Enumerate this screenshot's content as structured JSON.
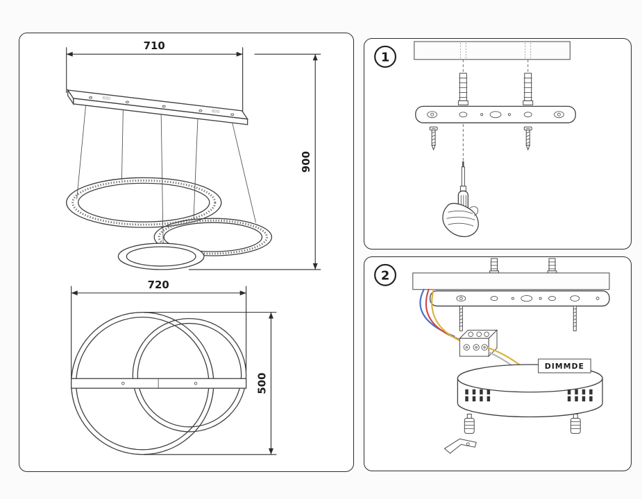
{
  "left_panel": {
    "front_view": {
      "width_label": "710",
      "height_label": "900",
      "bar_marking": "600"
    },
    "top_view": {
      "width_label": "720",
      "height_label": "500"
    }
  },
  "steps": {
    "step1": {
      "number": "1"
    },
    "step2": {
      "number": "2",
      "canopy_label": "DIMMDE"
    }
  },
  "colors": {
    "line": "#3f3f3f",
    "dimension_text": "#1c1c1c",
    "panel_border": "#2b2b2b",
    "wire_blue": "#4a6fc4",
    "wire_red": "#c84b4b",
    "wire_yellow": "#d9b23a",
    "wire_gray": "#b5b5b5",
    "vent_slot": "#333333"
  }
}
